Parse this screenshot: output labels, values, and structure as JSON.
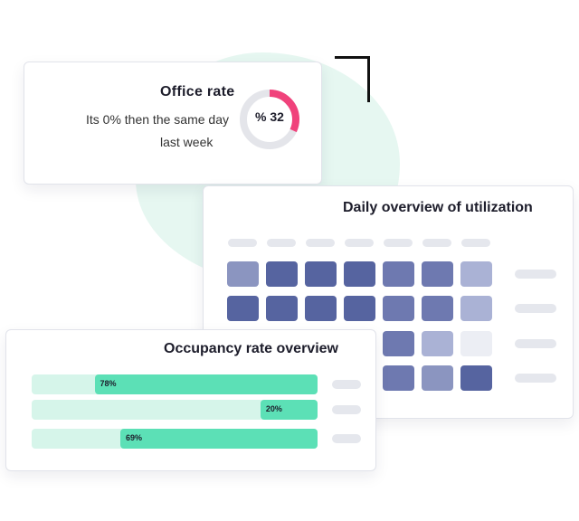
{
  "office": {
    "title": "Office rate",
    "description_line1": "Its 0% then the same day",
    "description_line2": "last week",
    "donut_label": "% 32",
    "rate_value": 32,
    "accent_color": "#f0427b"
  },
  "utilization": {
    "title": "Daily overview of utilization",
    "grid": [
      [
        "#8b95c0",
        "#5664a0",
        "#5664a0",
        "#5664a0",
        "#6e79b0",
        "#6e79b0",
        "#aab2d5"
      ],
      [
        "#5664a0",
        "#5664a0",
        "#5664a0",
        "#5664a0",
        "#6e79b0",
        "#6e79b0",
        "#aab2d5"
      ],
      [
        "#6e79b0",
        "#6e79b0",
        "#6e79b0",
        "#6e79b0",
        "#6e79b0",
        "#aab2d5",
        "#eceef4"
      ],
      [
        "#5664a0",
        "#5664a0",
        "#5664a0",
        "#5664a0",
        "#6e79b0",
        "#8b95c0",
        "#5664a0"
      ]
    ]
  },
  "occupancy": {
    "title": "Occupancy rate overview",
    "bars": [
      {
        "label": "78%",
        "value": 78
      },
      {
        "label": "20%",
        "value": 20
      },
      {
        "label": "69%",
        "value": 69
      }
    ]
  }
}
